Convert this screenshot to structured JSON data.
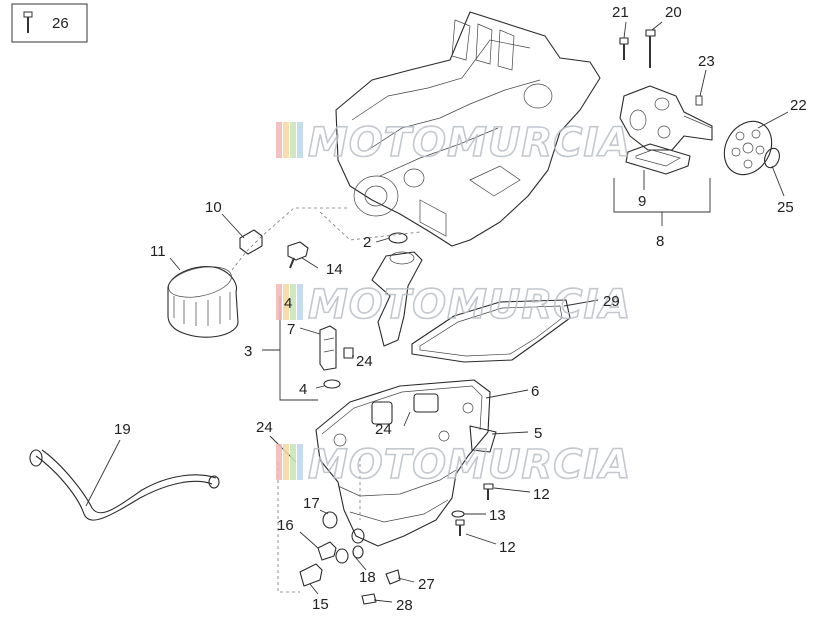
{
  "watermark": {
    "text": "MOTOMURCIA",
    "stripe_colors": [
      "#f4b6b6",
      "#f6d7a1",
      "#c9e3b5",
      "#bcd6ee"
    ]
  },
  "legend": {
    "label": "26",
    "icon": "bolt-icon"
  },
  "callouts": [
    "26",
    "21",
    "20",
    "23",
    "22",
    "25",
    "9",
    "8",
    "10",
    "11",
    "2",
    "14",
    "4",
    "7",
    "3",
    "29",
    "24",
    "6",
    "19",
    "24",
    "24",
    "5",
    "12",
    "13",
    "12",
    "17",
    "16",
    "18",
    "27",
    "15",
    "28",
    "4"
  ]
}
